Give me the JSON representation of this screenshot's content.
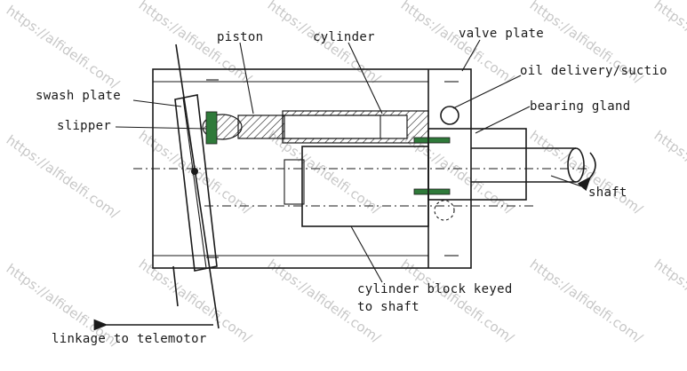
{
  "diagram": {
    "labels": {
      "piston": "piston",
      "cylinder": "cylinder",
      "valve_plate": "valve plate",
      "oil_delivery": "oil delivery/suctio",
      "bearing_gland": "bearing gland",
      "swash_plate": "swash plate",
      "slipper": "slipper",
      "shaft": "shaft",
      "cylinder_block_line1": "cylinder block keyed",
      "cylinder_block_line2": "to shaft",
      "linkage": "linkage to telemotor"
    },
    "watermark": "https://alfidelfi.com/",
    "colors": {
      "line": "#1a1a1a",
      "seal_green": "#2f7a3a",
      "watermark": "#9a9a9a"
    }
  }
}
